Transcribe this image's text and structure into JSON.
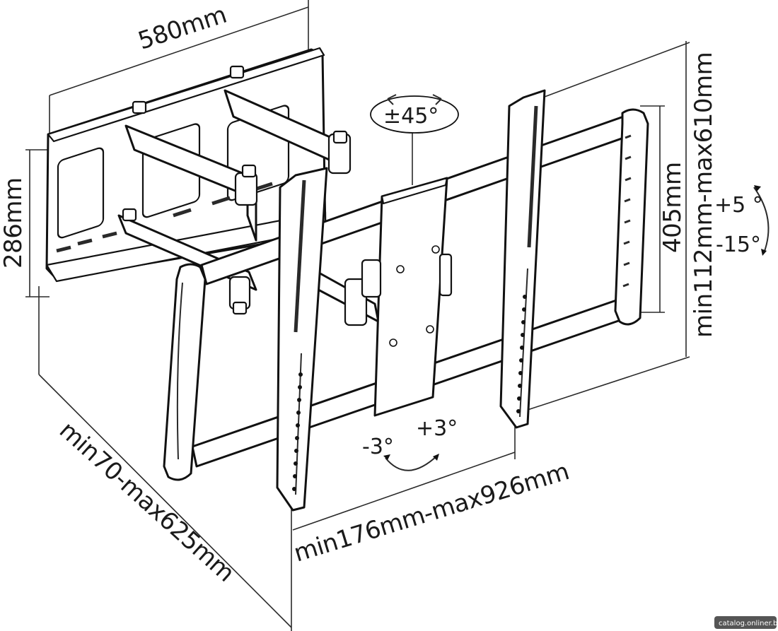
{
  "dimensions": {
    "width_580": "580mm",
    "height_286": "286mm",
    "extension": "min70-max625mm",
    "horizontal_span": "min176mm-max926mm",
    "vertical_span": "min112mm-max610mm",
    "panel_height": "405mm"
  },
  "angles": {
    "swivel": "±45°",
    "tilt_up": "+5 °",
    "tilt_down": "-15°",
    "rotate_left": "-3°",
    "rotate_right": "+3°"
  },
  "watermark": "catalog.onliner.by"
}
